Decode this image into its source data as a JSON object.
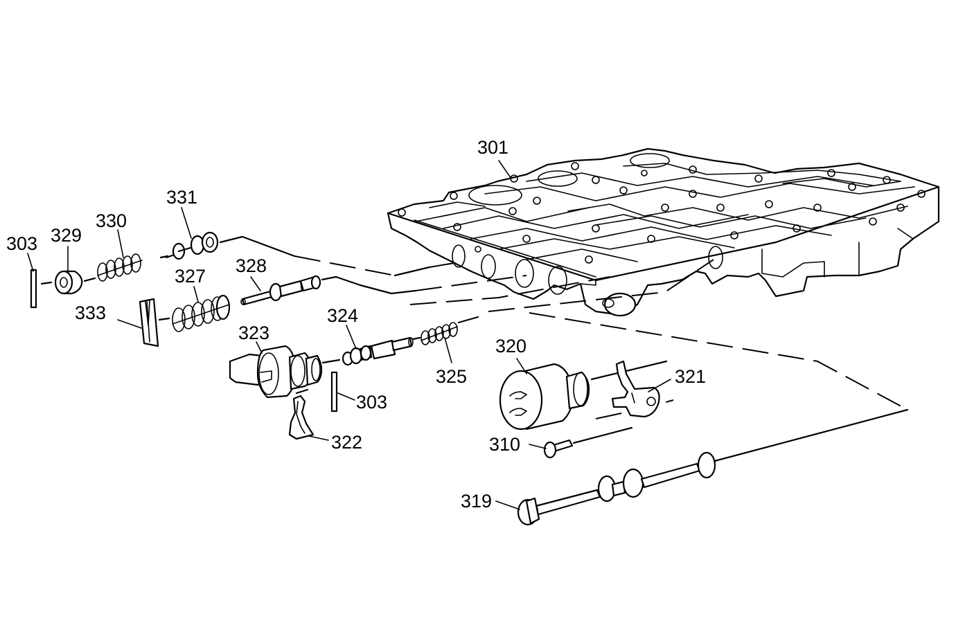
{
  "diagram": {
    "callouts": [
      {
        "id": "c301",
        "text": "301"
      },
      {
        "id": "c331",
        "text": "331"
      },
      {
        "id": "c330",
        "text": "330"
      },
      {
        "id": "c329",
        "text": "329"
      },
      {
        "id": "c303a",
        "text": "303"
      },
      {
        "id": "c328",
        "text": "328"
      },
      {
        "id": "c327",
        "text": "327"
      },
      {
        "id": "c333",
        "text": "333"
      },
      {
        "id": "c323",
        "text": "323"
      },
      {
        "id": "c324",
        "text": "324"
      },
      {
        "id": "c325",
        "text": "325"
      },
      {
        "id": "c303b",
        "text": "303"
      },
      {
        "id": "c322",
        "text": "322"
      },
      {
        "id": "c320",
        "text": "320"
      },
      {
        "id": "c321",
        "text": "321"
      },
      {
        "id": "c310",
        "text": "310"
      },
      {
        "id": "c319",
        "text": "319"
      }
    ]
  }
}
